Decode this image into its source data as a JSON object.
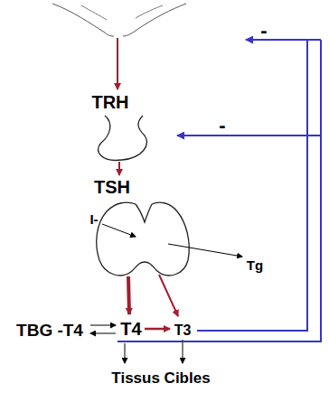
{
  "diagram": {
    "labels": [
      "-",
      "TRH",
      "-",
      "TSH",
      "I-",
      "Tg",
      "TBG -T4",
      "T4",
      "T3",
      "Tissus Cibles"
    ]
  }
}
